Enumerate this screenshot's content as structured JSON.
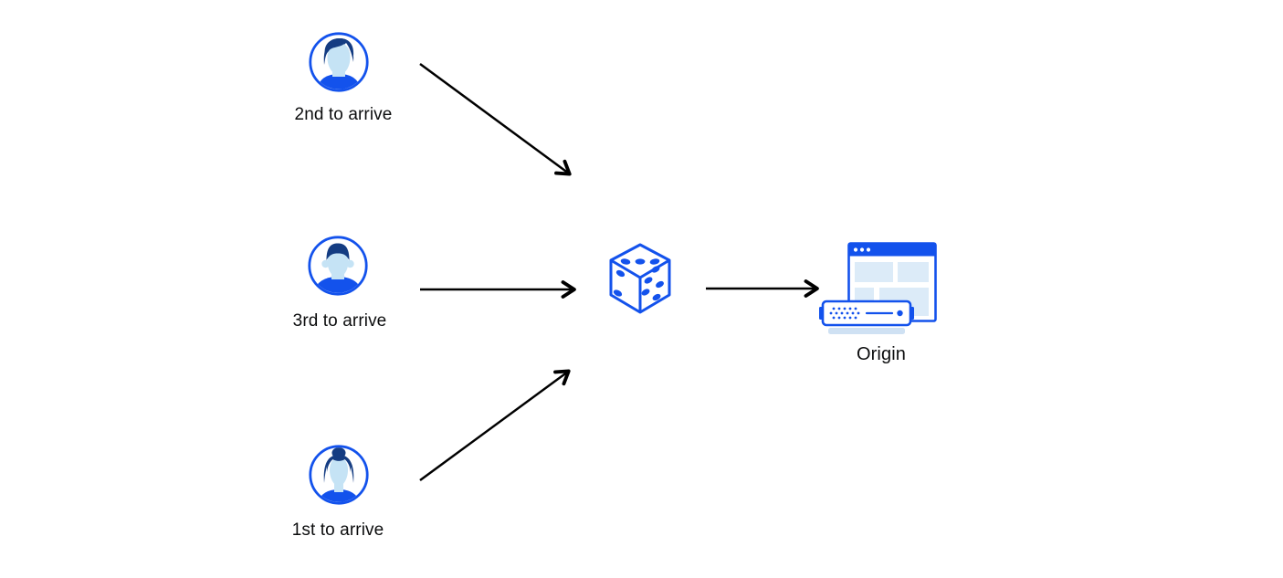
{
  "diagram": {
    "type": "flow",
    "description": "Three users arriving in sequence are routed by random selection (dice) to an origin server",
    "colors": {
      "primary_blue": "#1352ec",
      "hair_navy": "#143c82",
      "face_light_blue": "#c5e3f5",
      "panel_light_blue": "#dcebf8",
      "server_shadow_blue": "#cfe1f3",
      "arrow_black": "#000000",
      "background": "#ffffff",
      "text": "#0c0d0e"
    },
    "nodes": [
      {
        "id": "user-2nd",
        "icon": "user-avatar-man-swept-hair-icon",
        "label": "2nd to arrive"
      },
      {
        "id": "user-3rd",
        "icon": "user-avatar-man-flattop-icon",
        "label": "3rd to arrive"
      },
      {
        "id": "user-1st",
        "icon": "user-avatar-woman-bun-icon",
        "label": "1st to arrive"
      },
      {
        "id": "dice",
        "icon": "dice-icon",
        "label": ""
      },
      {
        "id": "origin",
        "icon": "origin-server-icon",
        "label": "Origin"
      }
    ],
    "edges": [
      {
        "from": "user-2nd",
        "to": "dice"
      },
      {
        "from": "user-3rd",
        "to": "dice"
      },
      {
        "from": "user-1st",
        "to": "dice"
      },
      {
        "from": "dice",
        "to": "origin"
      }
    ]
  }
}
